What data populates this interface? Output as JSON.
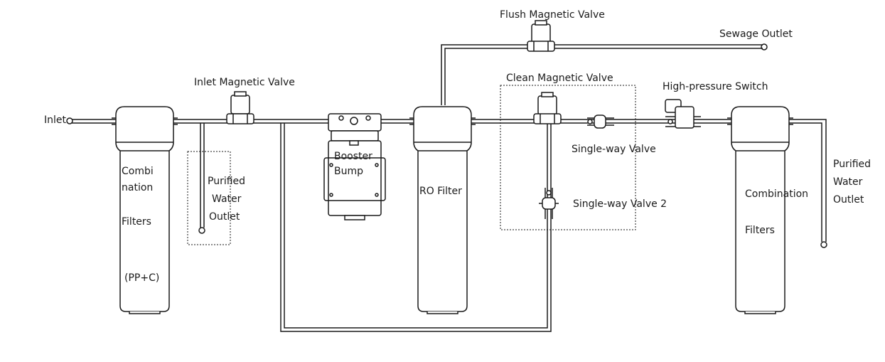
{
  "labels": {
    "inlet": "Inlet",
    "flush_valve": "Flush Magnetic Valve",
    "sewage_outlet": "Sewage Outlet",
    "inlet_valve": "Inlet Magnetic Valve",
    "clean_valve": "Clean Magnetic Valve",
    "high_pressure_switch": "High-pressure Switch",
    "single_way_valve": "Single-way Valve",
    "single_way_valve_2": "Single-way Valve 2",
    "booster_line1": "Booster",
    "booster_line2": "Bump",
    "ro_filter": "RO Filter",
    "combo1_line1": "Combi",
    "combo1_line2": "nation",
    "combo1_line3": "Filters",
    "combo1_line4": "(PP+C)",
    "purified1_line1": "Purified",
    "purified1_line2": "Water",
    "purified1_line3": "Outlet",
    "combo2_line1": "Combination",
    "combo2_line2": "Filters",
    "purified2_line1": "Purified",
    "purified2_line2": "Water",
    "purified2_line3": "Outlet"
  },
  "colors": {
    "stroke": "#1a1a1a",
    "background": "#ffffff"
  }
}
